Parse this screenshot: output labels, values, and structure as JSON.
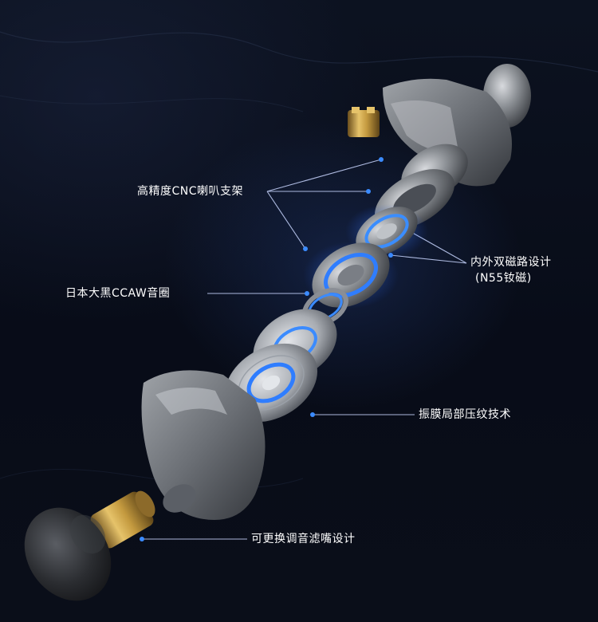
{
  "callouts": {
    "cnc_frame": "高精度CNC喇叭支架",
    "magnetic_circuit_line1": "内外双磁路设计",
    "magnetic_circuit_line2": "(N55钕磁)",
    "ccaw_coil": "日本大黑CCAW音圈",
    "diaphragm": "振膜局部压纹技术",
    "nozzle": "可更换调音滤嘴设计"
  },
  "colors": {
    "background": "#0a0f1c",
    "accent_glow": "#2f7dff",
    "text": "#ffffff",
    "metal": "#8c8f94",
    "brass": "#c9a24a"
  }
}
